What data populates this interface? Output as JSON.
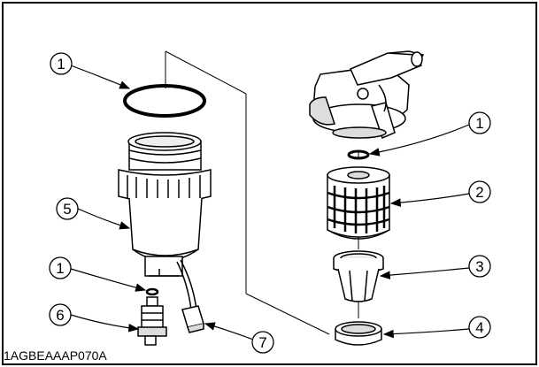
{
  "figure": {
    "code": "1AGBEAAAP070A"
  },
  "callouts": [
    {
      "number": "1",
      "part": "o-ring-left"
    },
    {
      "number": "5",
      "part": "sediment-bowl"
    },
    {
      "number": "1",
      "part": "o-ring-drain"
    },
    {
      "number": "6",
      "part": "drain-plug"
    },
    {
      "number": "7",
      "part": "sensor-connector"
    },
    {
      "number": "1",
      "part": "o-ring-head"
    },
    {
      "number": "2",
      "part": "filter-element"
    },
    {
      "number": "3",
      "part": "float"
    },
    {
      "number": "4",
      "part": "ring"
    }
  ],
  "colors": {
    "line": "#000000",
    "fill": "#ffffff",
    "shade": "#d8d8d8"
  }
}
